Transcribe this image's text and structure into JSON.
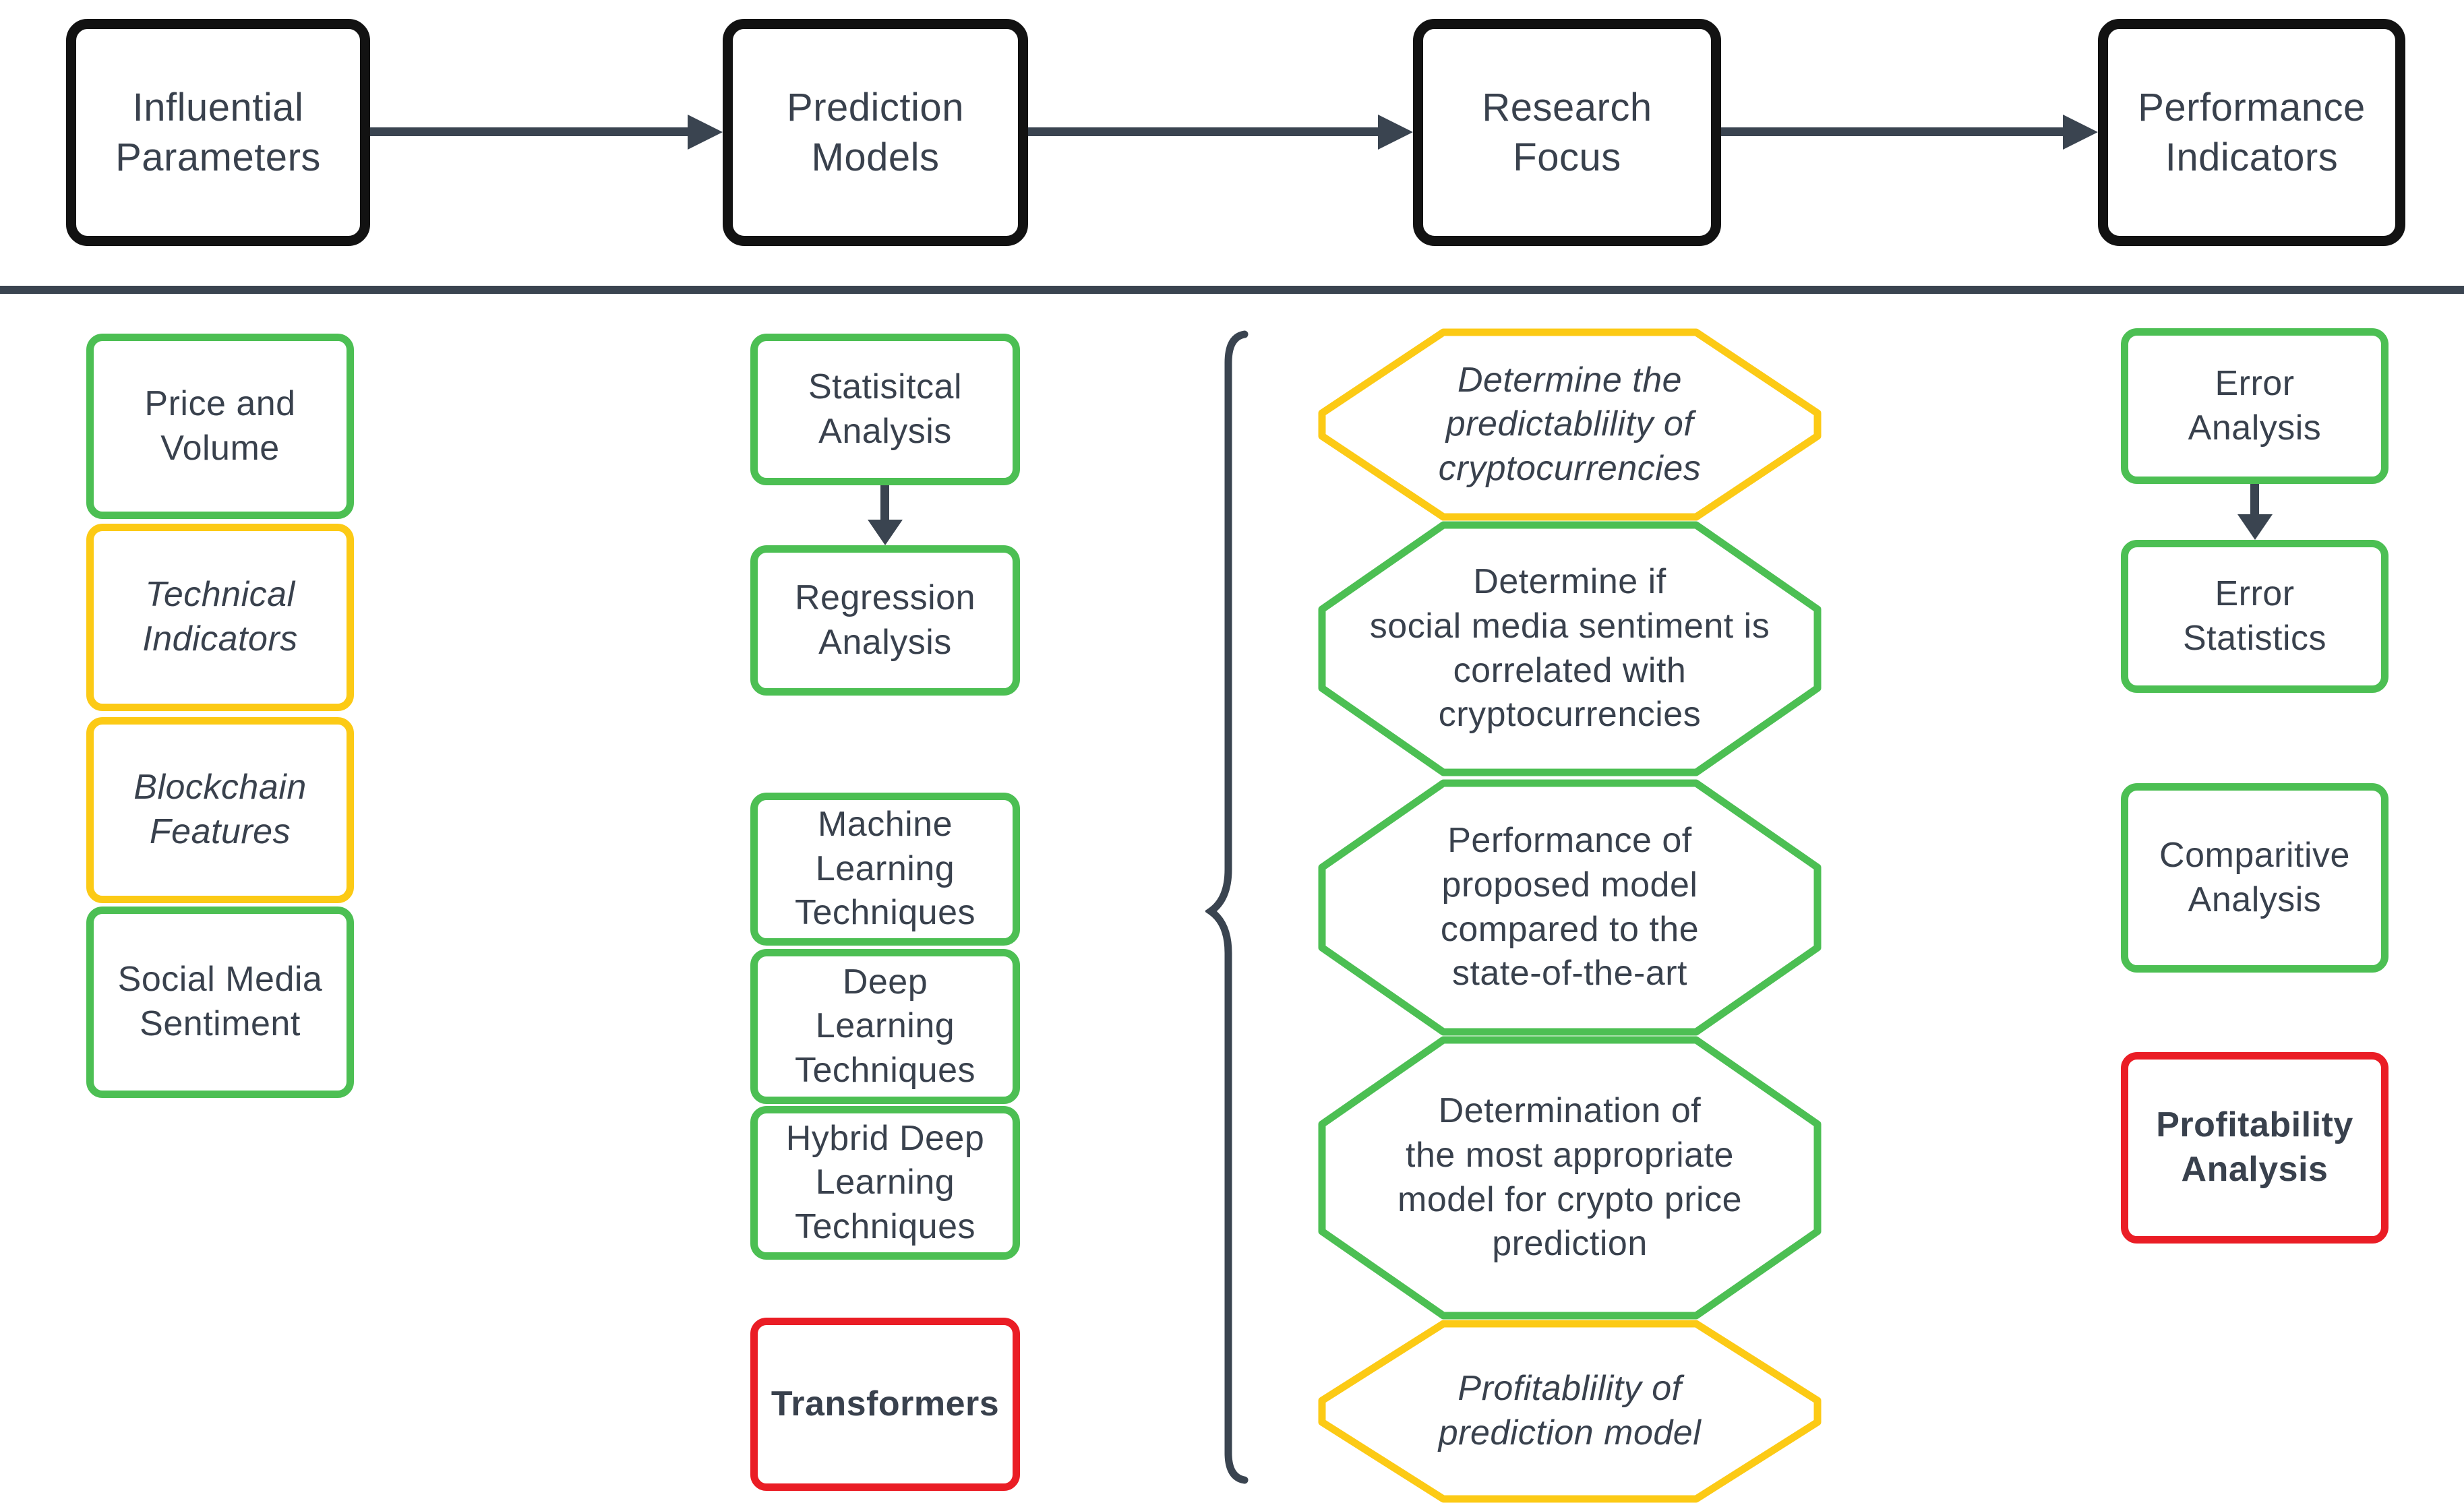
{
  "colors": {
    "green": "#4cbf53",
    "yellow": "#fcca15",
    "red": "#ea1d25",
    "ink": "#39414d",
    "connector": "#3a4450",
    "flow_box_border": "#121212",
    "background": "#ffffff"
  },
  "icons": {
    "flow_connector": "arrow-right",
    "statistical_refinement": "arrow-down",
    "error_refinement": "arrow-down",
    "research_focus_grouping": "curly-brace"
  },
  "flow_steps": [
    {
      "label": [
        "Influential",
        "Parameters"
      ]
    },
    {
      "label": [
        "Prediction",
        "Models"
      ]
    },
    {
      "label": [
        "Research",
        "Focus"
      ]
    },
    {
      "label": [
        "Performance",
        "Indicators"
      ]
    }
  ],
  "influential_parameters": {
    "items": [
      {
        "label": [
          "Price and",
          "Volume"
        ],
        "color": "green",
        "style": "normal"
      },
      {
        "label": [
          "Technical",
          "Indicators"
        ],
        "color": "yellow",
        "style": "italic"
      },
      {
        "label": [
          "Blockchain",
          "Features"
        ],
        "color": "yellow",
        "style": "italic"
      },
      {
        "label": [
          "Social Media",
          "Sentiment"
        ],
        "color": "green",
        "style": "normal"
      }
    ]
  },
  "prediction_models": {
    "items": [
      {
        "label": [
          "Statisitcal",
          "Analysis"
        ],
        "color": "green",
        "style": "normal"
      },
      {
        "label": [
          "Regression",
          "Analysis"
        ],
        "color": "green",
        "style": "normal"
      },
      {
        "label": [
          "Machine",
          "Learning",
          "Techniques"
        ],
        "color": "green",
        "style": "normal"
      },
      {
        "label": [
          "Deep",
          "Learning",
          "Techniques"
        ],
        "color": "green",
        "style": "normal"
      },
      {
        "label": [
          "Hybrid Deep",
          "Learning",
          "Techniques"
        ],
        "color": "green",
        "style": "normal"
      },
      {
        "label": [
          "Transformers"
        ],
        "color": "red",
        "style": "bold"
      }
    ]
  },
  "research_focus": {
    "items": [
      {
        "label": [
          "Determine the",
          "predictablility of",
          "cryptocurrencies"
        ],
        "color": "yellow",
        "style": "italic"
      },
      {
        "label": [
          "Determine if",
          "social media sentiment is",
          "correlated with",
          "cryptocurrencies"
        ],
        "color": "green",
        "style": "normal"
      },
      {
        "label": [
          "Performance of",
          "proposed model",
          "compared to the",
          "state-of-the-art"
        ],
        "color": "green",
        "style": "normal"
      },
      {
        "label": [
          "Determination of",
          "the most appropriate",
          "model for crypto price",
          "prediction"
        ],
        "color": "green",
        "style": "normal"
      },
      {
        "label": [
          "Profitablility of",
          "prediction model"
        ],
        "color": "yellow",
        "style": "italic"
      }
    ]
  },
  "performance_indicators": {
    "items": [
      {
        "label": [
          "Error",
          "Analysis"
        ],
        "color": "green",
        "style": "normal"
      },
      {
        "label": [
          "Error",
          "Statistics"
        ],
        "color": "green",
        "style": "normal"
      },
      {
        "label": [
          "Comparitive",
          "Analysis"
        ],
        "color": "green",
        "style": "normal"
      },
      {
        "label": [
          "Profitability",
          "Analysis"
        ],
        "color": "red",
        "style": "bold"
      }
    ]
  }
}
